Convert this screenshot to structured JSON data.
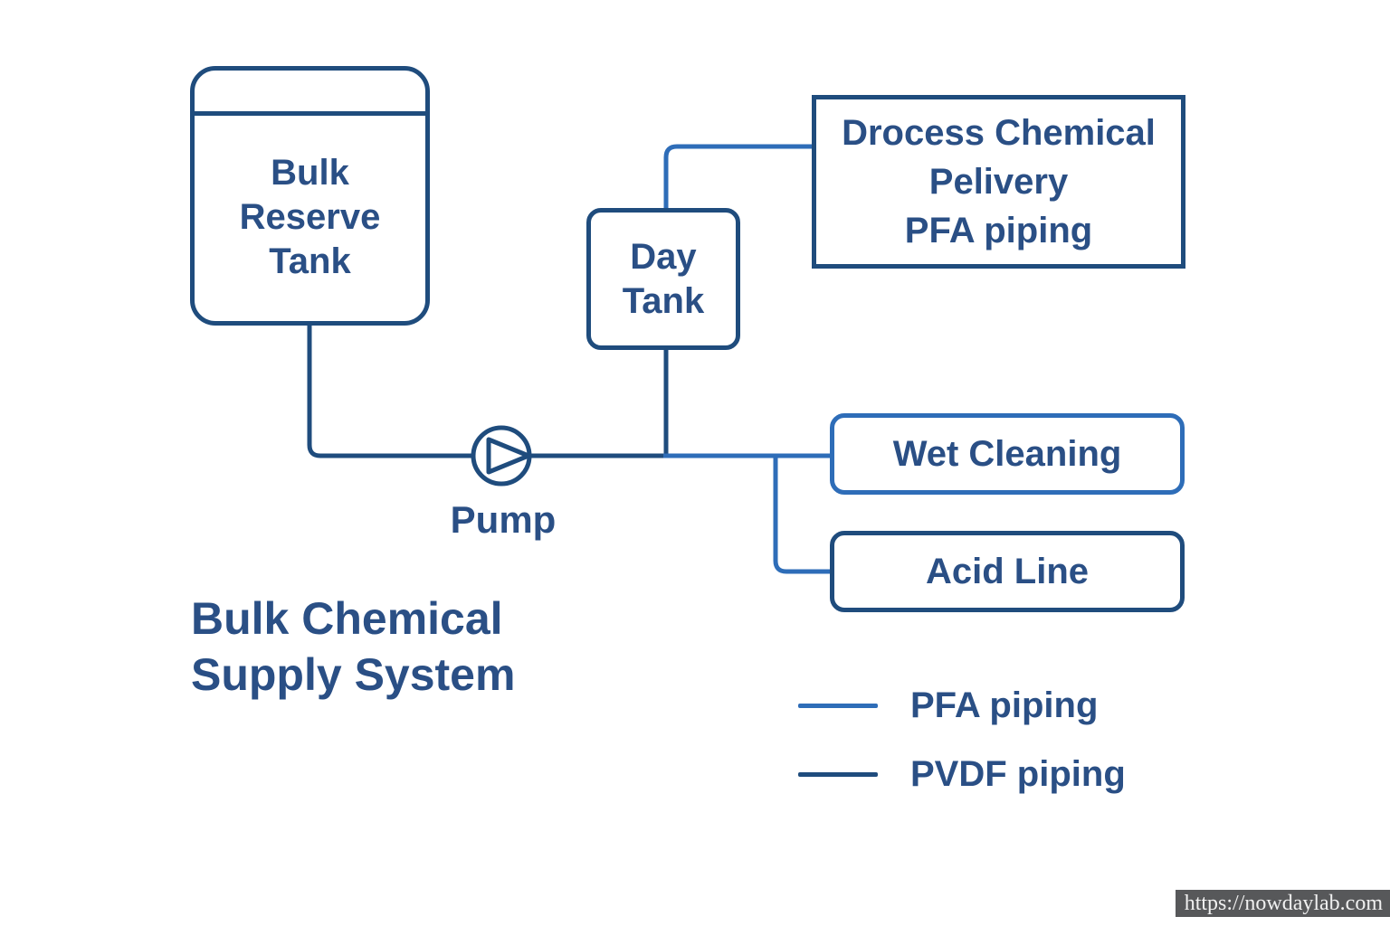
{
  "diagram": {
    "title_lines": [
      "Bulk Chemical",
      "Supply System"
    ],
    "nodes": {
      "bulk_reserve_tank": {
        "lines": [
          "Bulk",
          "Reserve",
          "Tank"
        ]
      },
      "day_tank": {
        "lines": [
          "Day",
          "Tank"
        ]
      },
      "process_delivery": {
        "lines": [
          "Drocess Chemical",
          "Pelivery",
          "PFA piping"
        ]
      },
      "wet_cleaning": {
        "label": "Wet Cleaning"
      },
      "acid_line": {
        "label": "Acid Line"
      },
      "pump": {
        "label": "Pump"
      }
    },
    "legend": {
      "pfa": {
        "label": "PFA piping",
        "color": "#2e6db8"
      },
      "pvdf": {
        "label": "PVDF piping",
        "color": "#1f4c7d"
      }
    },
    "colors": {
      "pfa_piping": "#2e6db8",
      "pvdf_piping": "#1f4c7d",
      "text": "#2a4f85",
      "background": "#ffffff"
    }
  },
  "watermark": {
    "text": "https://nowdaylab.com",
    "background": "#57585a",
    "text_color": "#f0f0f0"
  }
}
